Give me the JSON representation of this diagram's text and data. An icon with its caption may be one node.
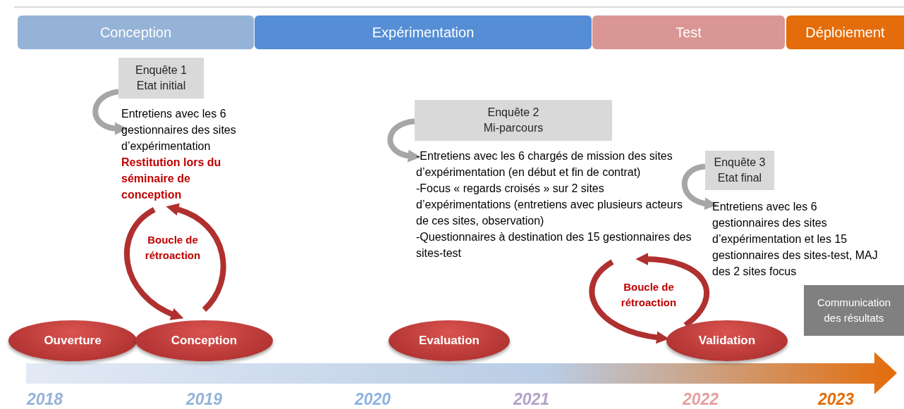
{
  "diagram": {
    "nodes": [
      {
        "text": [
          "Conception"
        ]
      },
      {
        "text": [
          "Expérimentation"
        ]
      },
      {
        "text": [
          "Test"
        ]
      },
      {
        "text": [
          "Déploiement"
        ]
      },
      {
        "text": [
          "Enquête 1 Etat initial"
        ]
      },
      {
        "text": [
          "Entretiens avec les 6 gestionnaires des sites d’expérimentation",
          "Restitution lors du séminaire de conception"
        ]
      },
      {
        "text": [
          "Enquête 2 Mi-parcours"
        ]
      },
      {
        "text": [
          "-Entretiens avec les 6 chargés de mission des sites d’expérimentation (en début et fin de contrat)",
          "-Focus « regards croisés » sur 2 sites d’expérimentations (entretiens avec plusieurs acteurs de ces sites, observation)",
          "-Questionnaires à destination des 15 gestionnaires des sites-test"
        ]
      },
      {
        "text": [
          "Enquête 3 Etat final"
        ]
      },
      {
        "text": [
          "Entretiens avec les 6 gestionnaires des sites d’expérimentation et les 15 gestionnaires des sites-test, MAJ des 2 sites focus"
        ]
      },
      {
        "text": [
          "Communication des résultats"
        ]
      },
      {
        "text": [
          "Ouverture"
        ]
      },
      {
        "text": [
          "Conception"
        ]
      },
      {
        "text": [
          "Evaluation"
        ]
      },
      {
        "text": [
          "Validation"
        ]
      }
    ],
    "edges": [
      {
        "from": 4,
        "to": 5,
        "arrow": "to",
        "color": "#a6a6a6"
      },
      {
        "from": 6,
        "to": 7,
        "arrow": "to",
        "color": "#a6a6a6"
      },
      {
        "from": 8,
        "to": 9,
        "arrow": "to",
        "color": "#a6a6a6"
      },
      {
        "from": 5,
        "to": 12,
        "arrow": "to",
        "color": "#b03030"
      },
      {
        "from": 12,
        "to": 5,
        "arrow": "to",
        "color": "#b03030"
      },
      {
        "from": 7,
        "to": 14,
        "arrow": "to",
        "color": "#b03030"
      },
      {
        "from": 14,
        "to": 7,
        "arrow": "to",
        "color": "#b03030"
      }
    ],
    "labels": [
      "Boucle de rétroaction",
      "Boucle de rétroaction",
      "2018",
      "2019",
      "2020",
      "2021",
      "2022",
      "2023"
    ]
  }
}
